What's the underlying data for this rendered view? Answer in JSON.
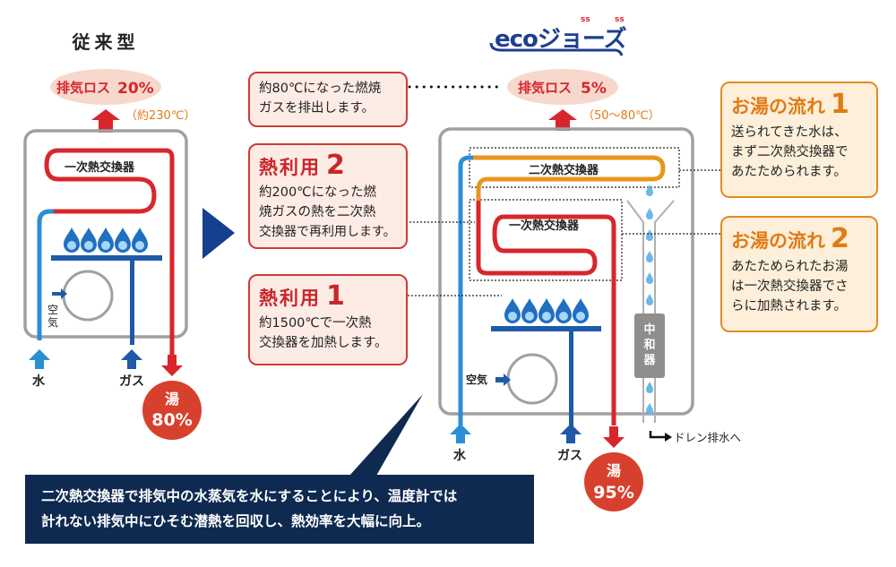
{
  "left_unit": {
    "title": "従来型",
    "exhaust_label": "排気ロス",
    "exhaust_value": "20%",
    "exhaust_temp": "（約230℃）",
    "heat_exchanger": "一次熱交換器",
    "air_label": "空気",
    "water_label": "水",
    "gas_label": "ガス",
    "hot_water_label": "湯",
    "hot_water_value": "80%"
  },
  "right_unit": {
    "logo": "ecoジョーズ",
    "exhaust_label": "排気ロス",
    "exhaust_value": "5%",
    "exhaust_temp": "（50〜80℃）",
    "secondary_exchanger": "二次熱交換器",
    "primary_exchanger": "一次熱交換器",
    "air_label": "空気",
    "water_label": "水",
    "gas_label": "ガス",
    "neutralizer": "中和器",
    "drain_label": "ドレン排水へ",
    "hot_water_label": "湯",
    "hot_water_value": "95%"
  },
  "callouts": {
    "exhaust": {
      "line1": "約80℃になった燃焼",
      "line2": "ガスを排出します。"
    },
    "heat_use_2": {
      "head": "熱利用",
      "num": "2",
      "line1": "約200℃になった燃",
      "line2": "焼ガスの熱を二次熱",
      "line3": "交換器で再利用します。"
    },
    "heat_use_1": {
      "head": "熱利用",
      "num": "1",
      "line1": "約1500℃で一次熱",
      "line2": "交換器を加熱します。"
    },
    "flow_1": {
      "head": "お湯の流れ",
      "num": "1",
      "line1": "送られてきた水は、",
      "line2": "まず二次熱交換器で",
      "line3": "あたためられます。"
    },
    "flow_2": {
      "head": "お湯の流れ",
      "num": "2",
      "line1": "あたためられたお湯",
      "line2": "は一次熱交換器でさ",
      "line3": "らに加熱されます。"
    }
  },
  "banner": {
    "line1": "二次熱交換器で排気中の水蒸気を水にすることにより、温度計では",
    "line2": "計れない排気中にひそむ潜熱を回収し、熱効率を大幅に向上。"
  },
  "colors": {
    "red": "#d8262d",
    "blue": "#2a8fd4",
    "dark_blue": "#1e5aa8",
    "orange": "#e8961c",
    "navy": "#0f2a50",
    "gray": "#9a9a9a"
  }
}
